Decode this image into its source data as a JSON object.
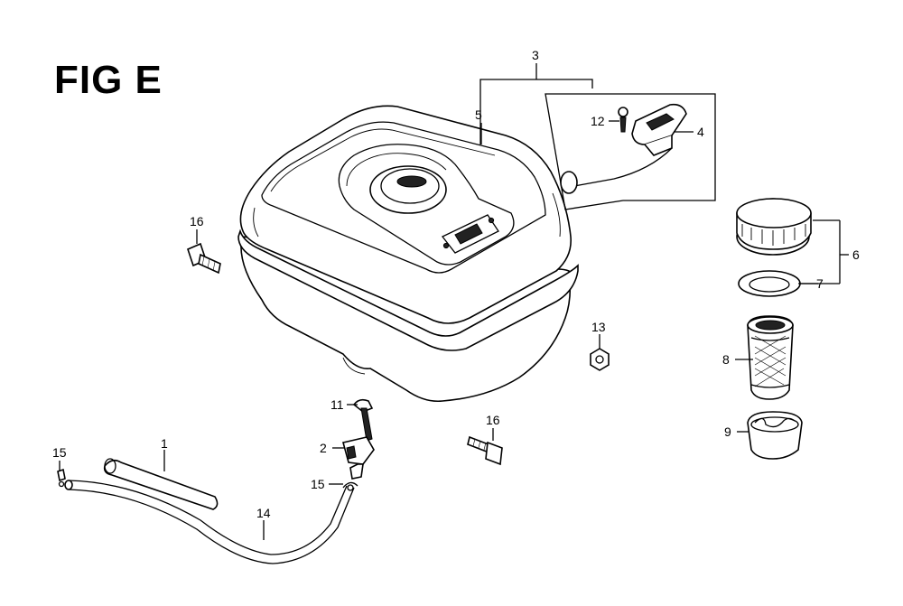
{
  "figure": {
    "title": "FIG E"
  },
  "callouts": [
    {
      "id": "c1",
      "label": "1"
    },
    {
      "id": "c2",
      "label": "2"
    },
    {
      "id": "c3",
      "label": "3"
    },
    {
      "id": "c4",
      "label": "4"
    },
    {
      "id": "c5",
      "label": "5"
    },
    {
      "id": "c6",
      "label": "6"
    },
    {
      "id": "c7",
      "label": "7"
    },
    {
      "id": "c8",
      "label": "8"
    },
    {
      "id": "c9",
      "label": "9"
    },
    {
      "id": "c11",
      "label": "11"
    },
    {
      "id": "c12",
      "label": "12"
    },
    {
      "id": "c13",
      "label": "13"
    },
    {
      "id": "c14",
      "label": "14"
    },
    {
      "id": "c15a",
      "label": "15"
    },
    {
      "id": "c15b",
      "label": "15"
    },
    {
      "id": "c16a",
      "label": "16"
    },
    {
      "id": "c16b",
      "label": "16"
    }
  ]
}
